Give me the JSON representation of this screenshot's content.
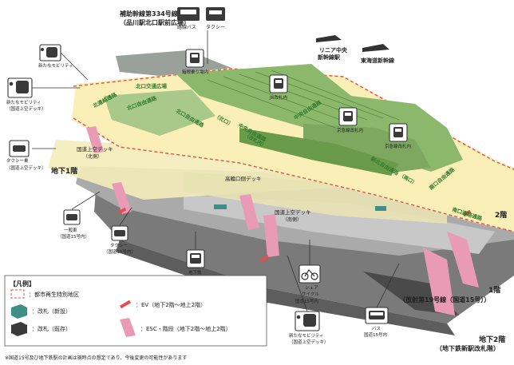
{
  "labels": {
    "highway_line1": "補助幹線第334号線",
    "highway_line2": "（品川駅北口駅前広場）",
    "route_bus": "路線バス",
    "taxi": "タクシー",
    "linear_chuo": "リニア中央",
    "linear_chuo2": "新幹線駅",
    "tokaido": "東海道新幹線",
    "hakoya": "箱根乗り場内",
    "keihin": "京急線改札内",
    "jr_kaisatsu": "JR改札内",
    "new_mobility_top": "新たなモビリティ",
    "new_mobility_left1": "新たなモビリティ",
    "new_mobility_left2": "（国道上空デッキ）",
    "kitaguchi": "北口交通広場",
    "kita_renraku": "北連絡通路",
    "kita_jiyu": "北口自由通路",
    "kita_jiyu2": "（北口）",
    "chuo_jiyu": "中央自由通路",
    "chuo_jiyu_kaisatsu": "中央自由通路",
    "chuo_jiyu_kaisatsu2": "（改札内）",
    "shin_jiyu": "新北自由通路",
    "shin_jiyu2": "（南口）",
    "keihin_taxi": "京急線改札内",
    "kaisatsu_right": "京急線改札内",
    "minami_jiyu": "南口自由通路",
    "minami_renraku": "南口連絡通路",
    "kokudo_deck_kita": "国道上空デッキ",
    "kokudo_deck_kita2": "（北側）",
    "kokudo_deck_minami": "国道上空デッキ",
    "kokudo_deck_minami2": "（南側）",
    "minami_deck": "高輪口側デッキ",
    "taxi_ride": "タクシー乗",
    "taxi_ride2": "（国道上空デッキ）",
    "chika1": "地下1階",
    "ippansha": "一般車",
    "ippansha2": "（国道15号内）",
    "taxi_bottom": "タクシー",
    "taxi_bottom2": "（国道15号内）",
    "taxi_bottom_left": "タクシー",
    "subway": "地下鉄",
    "share_cycle": "シェア",
    "share_cycle2": "サイクル",
    "share_cycle3": "国道15号内",
    "bus": "バス",
    "bus2": "国道15号内",
    "new_mobility_bottom1": "新たなモビリティ",
    "new_mobility_bottom2": "（国道上空デッキ）",
    "floor_2": "2階",
    "floor_1": "1階",
    "floor_1_desc": "（放射第19号線（国道15号））",
    "floor_b2": "地下2階",
    "floor_b2_desc": "（地下鉄新駅改札階）"
  },
  "legend": {
    "title": "【凡例】",
    "items": [
      {
        "label": "：都市再生特別地区"
      },
      {
        "label": "：改札（新設）"
      },
      {
        "label": "：改札（既存）"
      },
      {
        "label": "：EV（地下2階～地上2階）"
      },
      {
        "label": "：ESC・階段（地下2階～地上2階）"
      }
    ]
  },
  "footnote": "※国道15号及び地下鉄駅の計画は現時点の想定であり、今後変更の可能性があります",
  "colors": {
    "plaza_fill": "#fbefb8",
    "plaza_border": "#e05050",
    "green_roof": "#8cb86c",
    "green_dark": "#6a9b4b",
    "deck_gray": "#c9cbc9",
    "deck_yellow": "#f3ecb9",
    "ground_gray": "#8e8e8e",
    "b2_gray": "#6a6a6a",
    "esc_pink": "#e99bb5",
    "ev_red": "#e05050",
    "text_green": "#2f7a2e"
  }
}
